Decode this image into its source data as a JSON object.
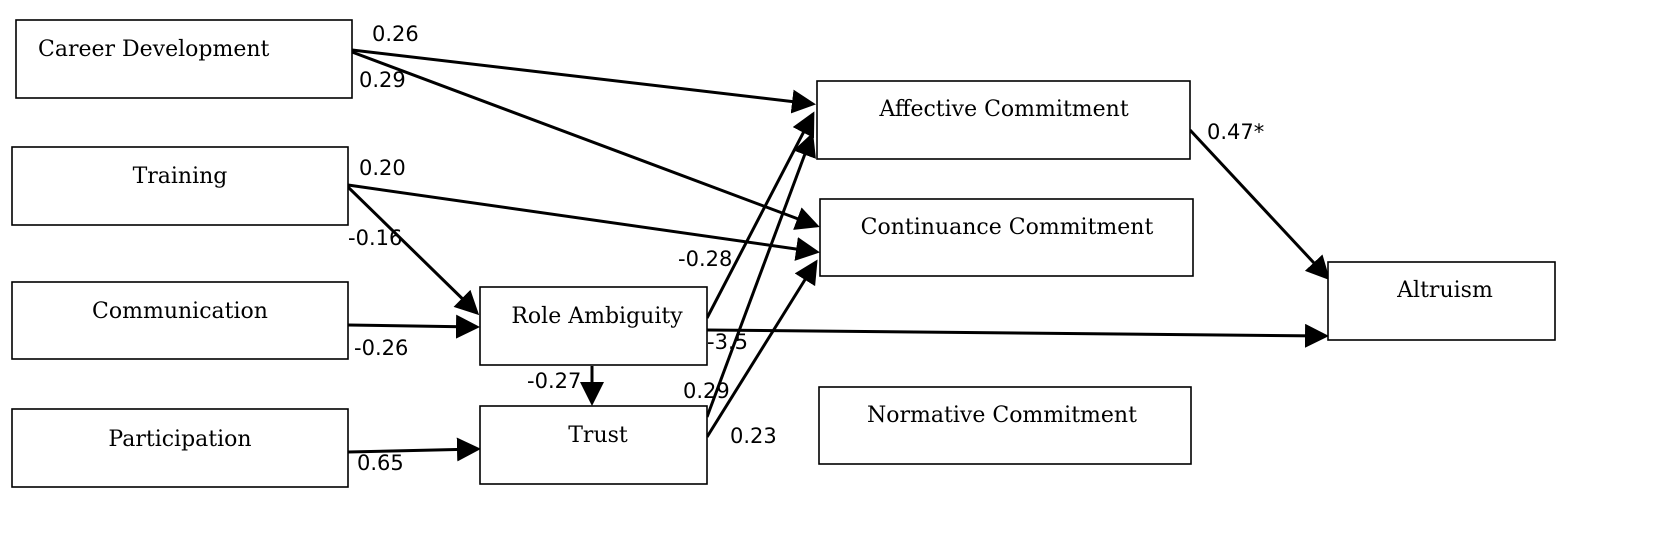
{
  "nodes": {
    "career_development": "Career Development",
    "training": "Training",
    "communication": "Communication",
    "participation": "Participation",
    "role_ambiguity": "Role Ambiguity",
    "trust": "Trust",
    "affective_commitment": "Affective Commitment",
    "continuance_commitment": "Continuance Commitment",
    "normative_commitment": "Normative Commitment",
    "altruism": "Altruism"
  },
  "paths": [
    {
      "id": "cd_ac",
      "from": "career_development",
      "to": "affective_commitment",
      "label": "0.26"
    },
    {
      "id": "cd_cc",
      "from": "career_development",
      "to": "continuance_commitment",
      "label": "0.29"
    },
    {
      "id": "tr_cc",
      "from": "training",
      "to": "continuance_commitment",
      "label": "0.20"
    },
    {
      "id": "tr_ra",
      "from": "training",
      "to": "role_ambiguity",
      "label": "-0.16"
    },
    {
      "id": "co_ra",
      "from": "communication",
      "to": "role_ambiguity",
      "label": "-0.26"
    },
    {
      "id": "ra_ac",
      "from": "role_ambiguity",
      "to": "affective_commitment",
      "label": "-0.28"
    },
    {
      "id": "ra_al",
      "from": "role_ambiguity",
      "to": "altruism",
      "label": "-3.5"
    },
    {
      "id": "ra_tr",
      "from": "role_ambiguity",
      "to": "trust",
      "label": "-0.27"
    },
    {
      "id": "pa_tr",
      "from": "participation",
      "to": "trust",
      "label": "0.65"
    },
    {
      "id": "tr_ac",
      "from": "trust",
      "to": "affective_commitment",
      "label": "0.29"
    },
    {
      "id": "tr_cc2",
      "from": "trust",
      "to": "continuance_commitment",
      "label": "0.23"
    },
    {
      "id": "ac_al",
      "from": "affective_commitment",
      "to": "altruism",
      "label": "0.47*"
    }
  ]
}
